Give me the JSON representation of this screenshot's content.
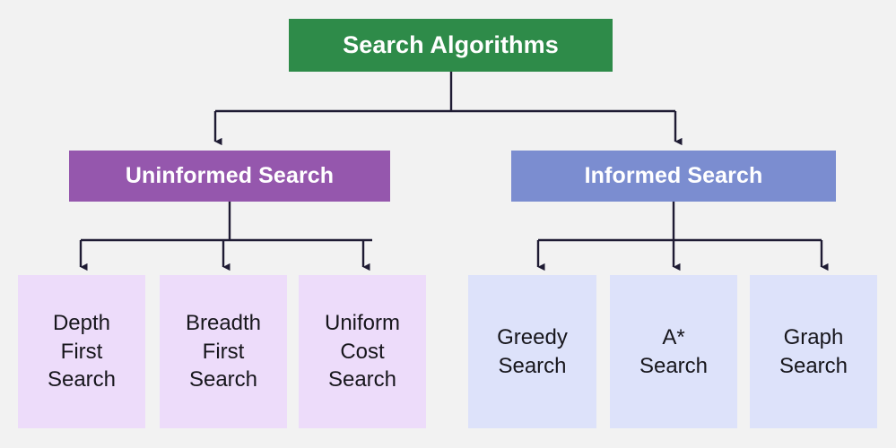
{
  "diagram": {
    "title": "Search Algorithms",
    "background_color": "#f2f2f2",
    "connector_color": "#1e1b33"
  },
  "root": {
    "label": "Search Algorithms",
    "color": "#2e8b49",
    "text_color": "#ffffff"
  },
  "branches": [
    {
      "id": "uninformed",
      "label": "Uninformed Search",
      "color": "#9557ad",
      "text_color": "#ffffff",
      "leaf_color": "#eddcfa",
      "leaves": [
        {
          "id": "depth-first-search",
          "label": "Depth\nFirst\nSearch"
        },
        {
          "id": "breadth-first-search",
          "label": "Breadth\nFirst\nSearch"
        },
        {
          "id": "uniform-cost-search",
          "label": "Uniform\nCost\nSearch"
        }
      ]
    },
    {
      "id": "informed",
      "label": "Informed Search",
      "color": "#7b8dd0",
      "text_color": "#ffffff",
      "leaf_color": "#dde2fa",
      "leaves": [
        {
          "id": "greedy-search",
          "label": "Greedy\nSearch"
        },
        {
          "id": "a-star-search",
          "label": "A*\nSearch"
        },
        {
          "id": "graph-search",
          "label": "Graph\nSearch"
        }
      ]
    }
  ]
}
